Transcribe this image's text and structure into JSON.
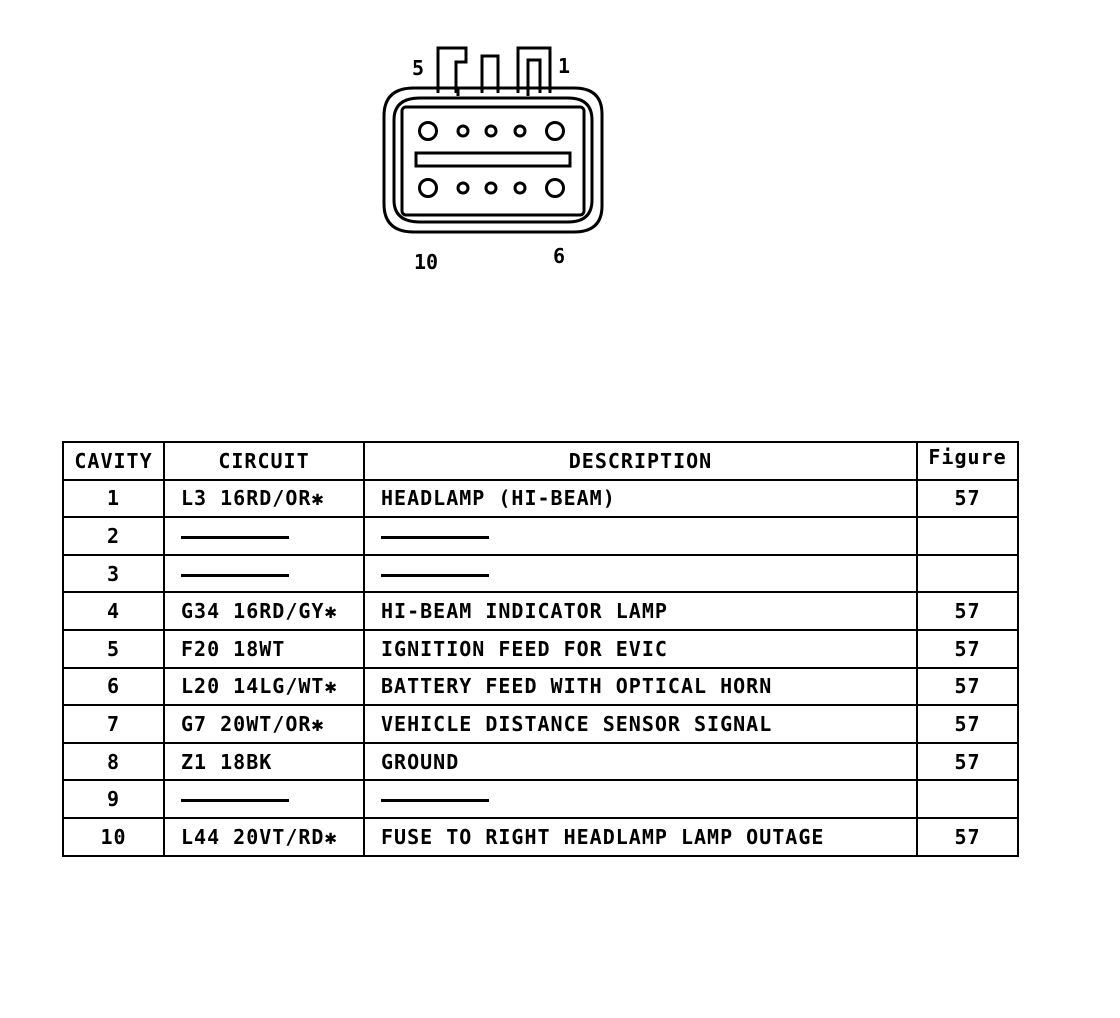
{
  "connector": {
    "pin_labels": {
      "top_left": "5",
      "top_right": "1",
      "bottom_left": "10",
      "bottom_right": "6"
    }
  },
  "table": {
    "headers": {
      "cavity": "CAVITY",
      "circuit": "CIRCUIT",
      "description": "DESCRIPTION",
      "figure": "Figure"
    },
    "rows": [
      {
        "cavity": "1",
        "circuit": "L3  16RD/OR✱",
        "description": "HEADLAMP (HI-BEAM)",
        "figure": "57",
        "empty": false
      },
      {
        "cavity": "2",
        "circuit": "",
        "description": "",
        "figure": "",
        "empty": true
      },
      {
        "cavity": "3",
        "circuit": "",
        "description": "",
        "figure": "",
        "empty": true
      },
      {
        "cavity": "4",
        "circuit": "G34  16RD/GY✱",
        "description": "HI-BEAM INDICATOR LAMP",
        "figure": "57",
        "empty": false
      },
      {
        "cavity": "5",
        "circuit": "F20  18WT",
        "description": "IGNITION FEED FOR EVIC",
        "figure": "57",
        "empty": false
      },
      {
        "cavity": "6",
        "circuit": "L20  14LG/WT✱",
        "description": "BATTERY FEED WITH OPTICAL HORN",
        "figure": "57",
        "empty": false
      },
      {
        "cavity": "7",
        "circuit": "G7  20WT/OR✱",
        "description": "VEHICLE DISTANCE SENSOR SIGNAL",
        "figure": "57",
        "empty": false
      },
      {
        "cavity": "8",
        "circuit": "Z1  18BK",
        "description": "GROUND",
        "figure": "57",
        "empty": false
      },
      {
        "cavity": "9",
        "circuit": "",
        "description": "",
        "figure": "",
        "empty": true
      },
      {
        "cavity": "10",
        "circuit": "L44  20VT/RD✱",
        "description": "FUSE TO RIGHT HEADLAMP LAMP OUTAGE",
        "figure": "57",
        "empty": false
      }
    ]
  }
}
